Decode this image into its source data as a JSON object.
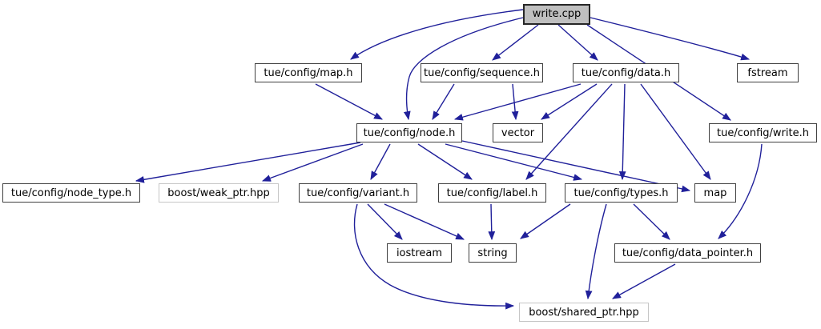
{
  "diagram": {
    "kind": "doxygen-include-dependency-graph",
    "root_file": "write.cpp"
  },
  "colors": {
    "edge": "#20209a",
    "node_border": "#404040",
    "external_node_border": "#c6c6c6",
    "root_fill": "#bfbfbf",
    "node_fill": "#ffffff",
    "text": "#000000",
    "background": "#ffffff"
  },
  "nodes": [
    {
      "id": "write_cpp",
      "label": "write.cpp",
      "kind": "root"
    },
    {
      "id": "map_h",
      "label": "tue/config/map.h",
      "kind": "header"
    },
    {
      "id": "sequence_h",
      "label": "tue/config/sequence.h",
      "kind": "header"
    },
    {
      "id": "data_h",
      "label": "tue/config/data.h",
      "kind": "header"
    },
    {
      "id": "fstream",
      "label": "fstream",
      "kind": "header"
    },
    {
      "id": "node_h",
      "label": "tue/config/node.h",
      "kind": "header"
    },
    {
      "id": "vector",
      "label": "vector",
      "kind": "header"
    },
    {
      "id": "write_h",
      "label": "tue/config/write.h",
      "kind": "header"
    },
    {
      "id": "node_type_h",
      "label": "tue/config/node_type.h",
      "kind": "header"
    },
    {
      "id": "weak_ptr_hpp",
      "label": "boost/weak_ptr.hpp",
      "kind": "external"
    },
    {
      "id": "variant_h",
      "label": "tue/config/variant.h",
      "kind": "header"
    },
    {
      "id": "label_h",
      "label": "tue/config/label.h",
      "kind": "header"
    },
    {
      "id": "types_h",
      "label": "tue/config/types.h",
      "kind": "header"
    },
    {
      "id": "map",
      "label": "map",
      "kind": "header"
    },
    {
      "id": "iostream",
      "label": "iostream",
      "kind": "header"
    },
    {
      "id": "string",
      "label": "string",
      "kind": "header"
    },
    {
      "id": "data_pointer_h",
      "label": "tue/config/data_pointer.h",
      "kind": "header"
    },
    {
      "id": "shared_ptr_hpp",
      "label": "boost/shared_ptr.hpp",
      "kind": "external"
    }
  ],
  "edges": [
    {
      "from": "write_cpp",
      "to": "map_h"
    },
    {
      "from": "write_cpp",
      "to": "node_h"
    },
    {
      "from": "write_cpp",
      "to": "sequence_h"
    },
    {
      "from": "write_cpp",
      "to": "data_h"
    },
    {
      "from": "write_cpp",
      "to": "fstream"
    },
    {
      "from": "write_cpp",
      "to": "write_h"
    },
    {
      "from": "map_h",
      "to": "node_h"
    },
    {
      "from": "sequence_h",
      "to": "node_h"
    },
    {
      "from": "sequence_h",
      "to": "vector"
    },
    {
      "from": "data_h",
      "to": "node_h"
    },
    {
      "from": "data_h",
      "to": "vector"
    },
    {
      "from": "data_h",
      "to": "label_h"
    },
    {
      "from": "data_h",
      "to": "types_h"
    },
    {
      "from": "data_h",
      "to": "map"
    },
    {
      "from": "node_h",
      "to": "node_type_h"
    },
    {
      "from": "node_h",
      "to": "weak_ptr_hpp"
    },
    {
      "from": "node_h",
      "to": "variant_h"
    },
    {
      "from": "node_h",
      "to": "label_h"
    },
    {
      "from": "node_h",
      "to": "types_h"
    },
    {
      "from": "node_h",
      "to": "map"
    },
    {
      "from": "variant_h",
      "to": "iostream"
    },
    {
      "from": "variant_h",
      "to": "string"
    },
    {
      "from": "variant_h",
      "to": "shared_ptr_hpp"
    },
    {
      "from": "label_h",
      "to": "string"
    },
    {
      "from": "types_h",
      "to": "string"
    },
    {
      "from": "types_h",
      "to": "data_pointer_h"
    },
    {
      "from": "types_h",
      "to": "shared_ptr_hpp"
    },
    {
      "from": "write_h",
      "to": "data_pointer_h"
    },
    {
      "from": "data_pointer_h",
      "to": "shared_ptr_hpp"
    }
  ]
}
